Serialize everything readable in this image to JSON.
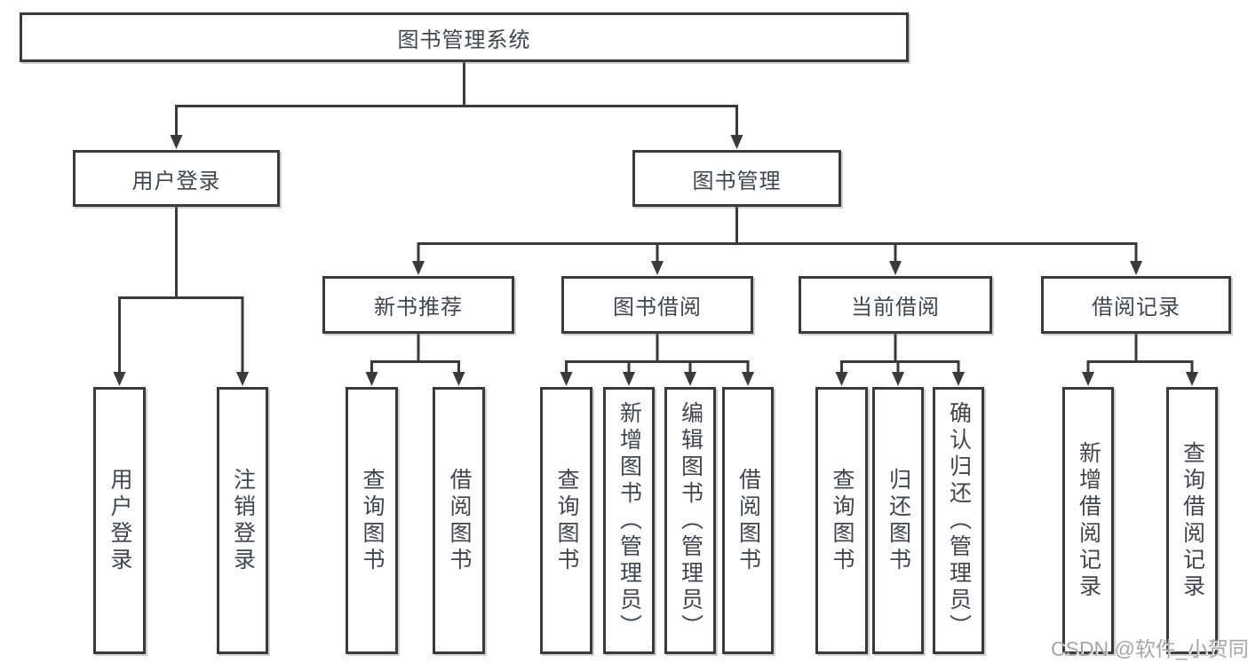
{
  "diagram_title": "图书管理系统",
  "watermark": "CSDN @软件_小贺同学",
  "colors": {
    "line": "#3a3a3a",
    "box_border": "#3a3a3a",
    "box_background": "#ffffff",
    "text": "#41464e",
    "watermark": "#a6a6a6"
  },
  "nodes": {
    "root": {
      "label": "图书管理系统"
    },
    "branches": [
      {
        "label": "用户登录"
      },
      {
        "label": "图书管理"
      }
    ],
    "modules": [
      {
        "label": "新书推荐"
      },
      {
        "label": "图书借阅"
      },
      {
        "label": "当前借阅"
      },
      {
        "label": "借阅记录"
      }
    ],
    "leaves": [
      {
        "label": "用户登录",
        "parent": "用户登录"
      },
      {
        "label": "注销登录",
        "parent": "用户登录"
      },
      {
        "label": "查询图书",
        "parent": "新书推荐"
      },
      {
        "label": "借阅图书",
        "parent": "新书推荐"
      },
      {
        "label": "查询图书",
        "parent": "图书借阅"
      },
      {
        "label": "新增图书（管理员）",
        "parent": "图书借阅"
      },
      {
        "label": "编辑图书（管理员）",
        "parent": "图书借阅"
      },
      {
        "label": "借阅图书",
        "parent": "图书借阅"
      },
      {
        "label": "查询图书",
        "parent": "当前借阅"
      },
      {
        "label": "归还图书",
        "parent": "当前借阅"
      },
      {
        "label": "确认归还（管理员）",
        "parent": "当前借阅"
      },
      {
        "label": "新增借阅记录",
        "parent": "借阅记录"
      },
      {
        "label": "查询借阅记录",
        "parent": "借阅记录"
      }
    ]
  }
}
